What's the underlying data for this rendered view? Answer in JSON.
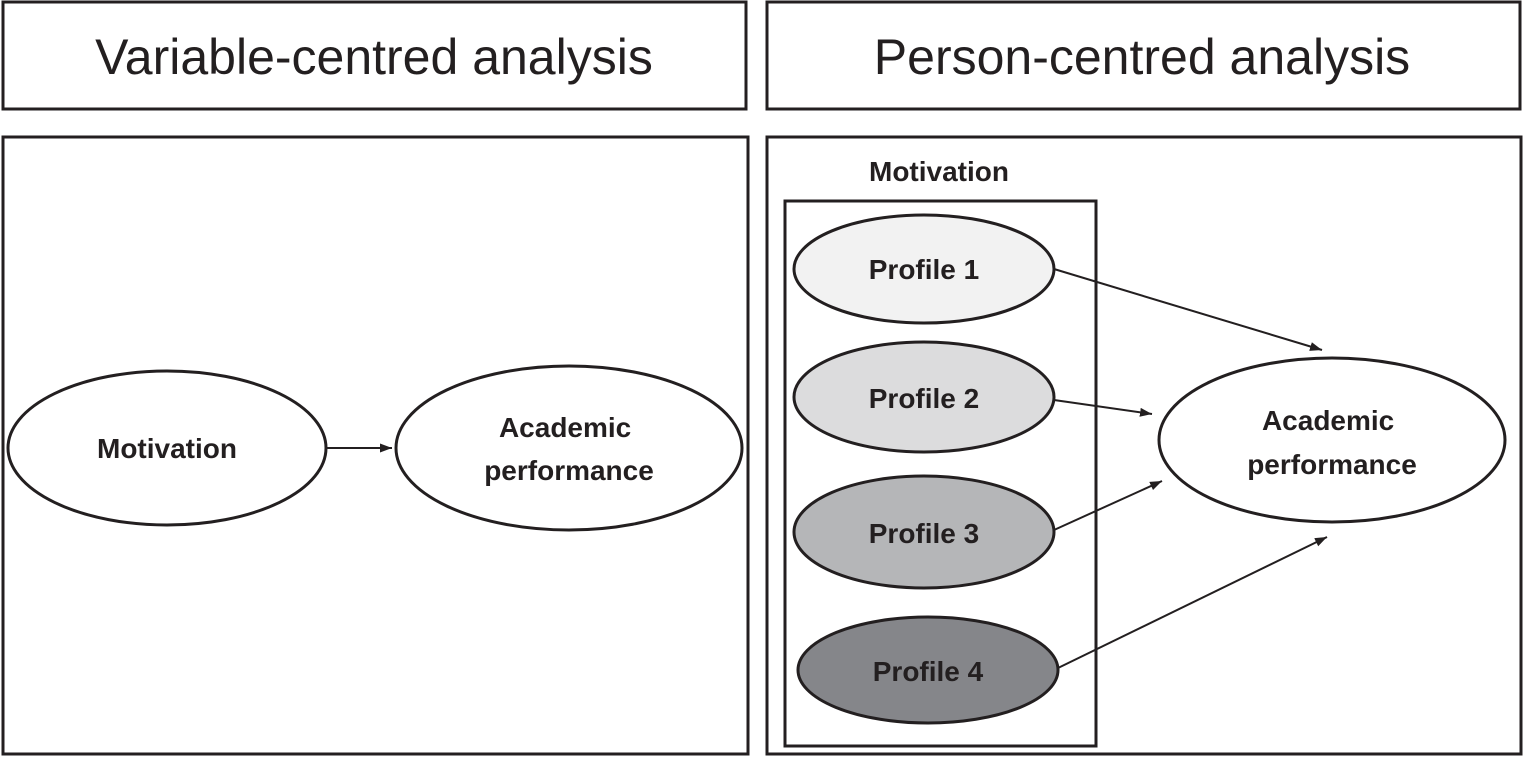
{
  "panels": {
    "left_title": "Variable-centred analysis",
    "right_title": "Person-centred analysis"
  },
  "left": {
    "motivation": "Motivation",
    "outcome_line1": "Academic",
    "outcome_line2": "performance"
  },
  "right": {
    "group_label": "Motivation",
    "profiles": [
      {
        "label": "Profile 1",
        "fill": "#f2f2f2"
      },
      {
        "label": "Profile 2",
        "fill": "#dcdcdd"
      },
      {
        "label": "Profile 3",
        "fill": "#b5b6b8"
      },
      {
        "label": "Profile 4",
        "fill": "#85868a"
      }
    ],
    "outcome_line1": "Academic",
    "outcome_line2": "performance"
  },
  "colors": {
    "stroke": "#231f20",
    "background": "#ffffff"
  }
}
